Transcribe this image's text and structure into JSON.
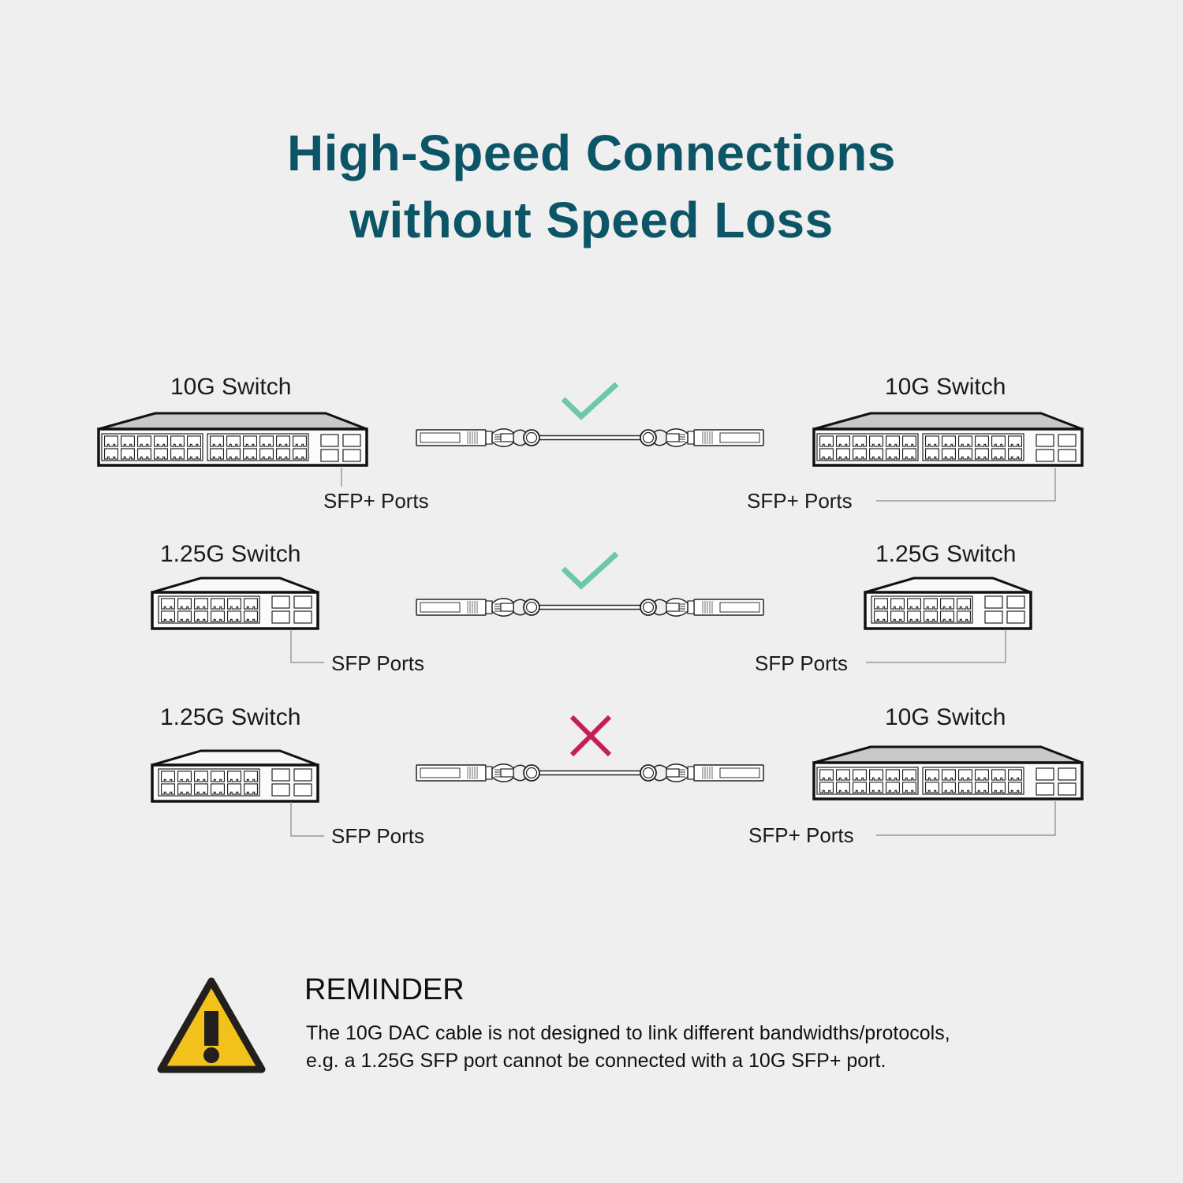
{
  "header": {
    "title_line1": "High-Speed Connections",
    "title_line2": "without Speed Loss",
    "title_color": "#0c5566"
  },
  "rows": [
    {
      "left": {
        "label": "10G Switch",
        "ports_label": "SFP+ Ports",
        "type": "10G",
        "rj45_ports": 24,
        "sfp_ports": 4
      },
      "right": {
        "label": "10G Switch",
        "ports_label": "SFP+ Ports",
        "type": "10G",
        "rj45_ports": 24,
        "sfp_ports": 4
      },
      "status": "compatible",
      "status_icon": "check-icon"
    },
    {
      "left": {
        "label": "1.25G Switch",
        "ports_label": "SFP Ports",
        "type": "1.25G",
        "rj45_ports": 12,
        "sfp_ports": 4
      },
      "right": {
        "label": "1.25G Switch",
        "ports_label": "SFP Ports",
        "type": "1.25G",
        "rj45_ports": 12,
        "sfp_ports": 4
      },
      "status": "compatible",
      "status_icon": "check-icon"
    },
    {
      "left": {
        "label": "1.25G Switch",
        "ports_label": "SFP Ports",
        "type": "1.25G",
        "rj45_ports": 12,
        "sfp_ports": 4
      },
      "right": {
        "label": "10G Switch",
        "ports_label": "SFP+ Ports",
        "type": "10G",
        "rj45_ports": 24,
        "sfp_ports": 4
      },
      "status": "incompatible",
      "status_icon": "x-icon"
    }
  ],
  "colors": {
    "check": "#6cc9a8",
    "cross": "#c41f52",
    "warning_fill": "#f2c11c",
    "background": "#efefef"
  },
  "reminder": {
    "title": "REMINDER",
    "line1": "The 10G DAC cable is not designed to link different bandwidths/protocols,",
    "line2": "e.g. a 1.25G SFP port cannot be connected with a 10G SFP+ port.",
    "icon": "warning-icon"
  }
}
